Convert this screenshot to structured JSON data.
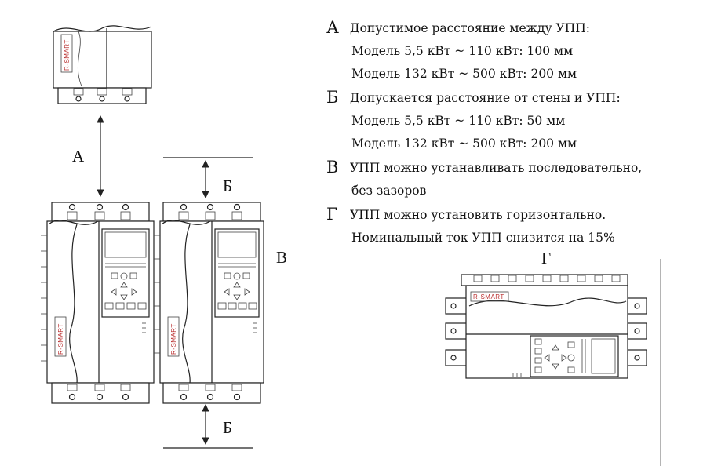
{
  "labels": {
    "a_left": "А",
    "b_top": "Б",
    "b_bottom": "Б",
    "v_right": "В",
    "g_title": "Г"
  },
  "brand": "R-SMART",
  "notes": [
    {
      "letter": "А",
      "lines": [
        "Допустимое расстояние между УПП:",
        "Модель 5,5 кВт ~ 110 кВт: 100 мм",
        "Модель 132 кВт ~ 500 кВт: 200 мм"
      ]
    },
    {
      "letter": "Б",
      "lines": [
        "Допускается расстояние от стены и УПП:",
        "Модель 5,5 кВт ~ 110 кВт: 50 мм",
        "Модель 132 кВт ~ 500 кВт: 200 мм"
      ]
    },
    {
      "letter": "В",
      "lines": [
        "УПП можно устанавливать последовательно,",
        "без зазоров"
      ]
    },
    {
      "letter": "Г",
      "lines": [
        "УПП можно установить горизонтально.",
        "Номинальный ток УПП снизится на 15%"
      ]
    }
  ]
}
